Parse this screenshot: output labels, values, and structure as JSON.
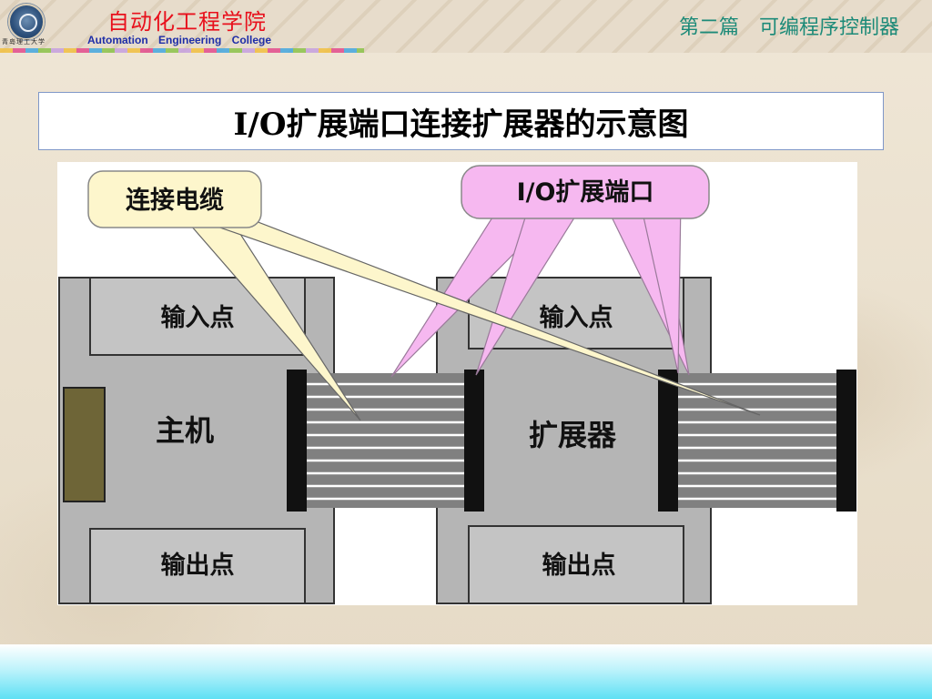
{
  "header": {
    "college_cn": "自动化工程学院",
    "college_en": "Automation   Engineering   College",
    "university": "青岛理工大学",
    "chapter": "第二篇　可编程序控制器"
  },
  "slide": {
    "title": "I/O扩展端口连接扩展器的示意图"
  },
  "diagram": {
    "callout_cable": "连接电缆",
    "callout_port": "I/O扩展端口",
    "main_unit": {
      "label": "主机",
      "input": "输入点",
      "output": "输出点"
    },
    "expander": {
      "label": "扩展器",
      "input": "输入点",
      "output": "输出点"
    },
    "colors": {
      "unit_gray": "#b5b5b5",
      "panel_gray": "#c4c4c4",
      "cable_fill": "#808080",
      "connector_black": "#111111",
      "port_callout_pink": "#f6b8f0",
      "cable_callout_yellow": "#fdf6cc",
      "terminal_olive": "#6e6537"
    }
  }
}
